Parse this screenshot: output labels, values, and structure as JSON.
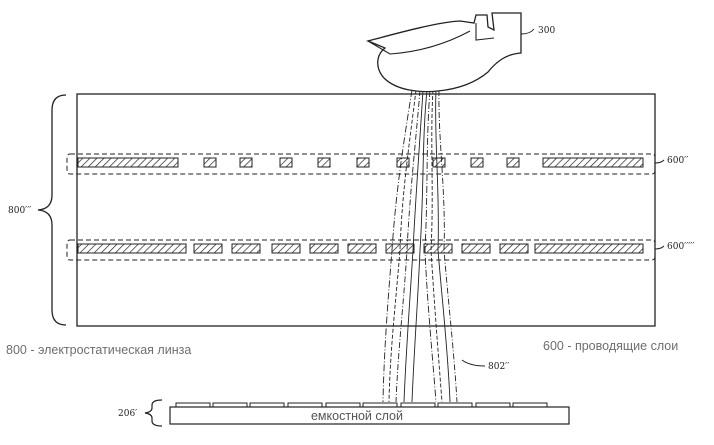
{
  "labels": {
    "finger": "300",
    "lens": "800′′′",
    "layer_top": "600′′",
    "layer_bottom": "600′′′′′",
    "field_lines": "802′′",
    "capacitive_ref": "206′"
  },
  "captions": {
    "lens": "800 - электростатическая линза",
    "layers": "600 - проводящие слои",
    "capacitive_layer": "емкостной слой"
  }
}
